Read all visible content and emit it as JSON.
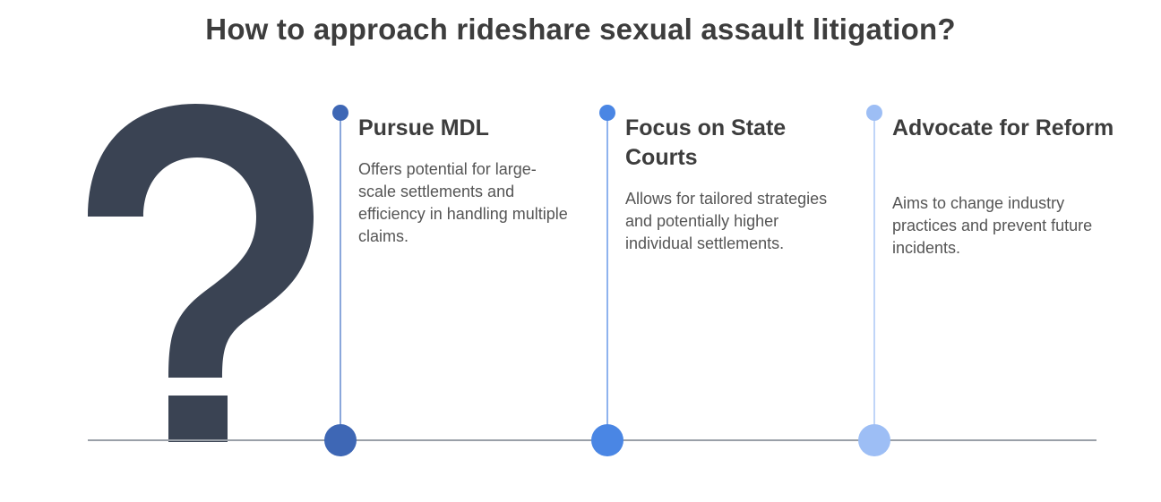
{
  "title": "How to approach rideshare sexual assault litigation?",
  "colors": {
    "question_mark": "#3a4353",
    "baseline": "#9aa0a8",
    "option1": "#3e67b5",
    "option2": "#4a86e4",
    "option3": "#9dbef5"
  },
  "icons": {
    "hero": "question-mark-icon"
  },
  "options": [
    {
      "title": "Pursue MDL",
      "description": "Offers potential for large-scale settlements and efficiency in handling multiple claims."
    },
    {
      "title": "Focus on State Courts",
      "description": "Allows for tailored strategies and potentially higher individual settlements."
    },
    {
      "title": "Advocate for Reform",
      "description": "Aims to change industry practices and prevent future incidents."
    }
  ]
}
